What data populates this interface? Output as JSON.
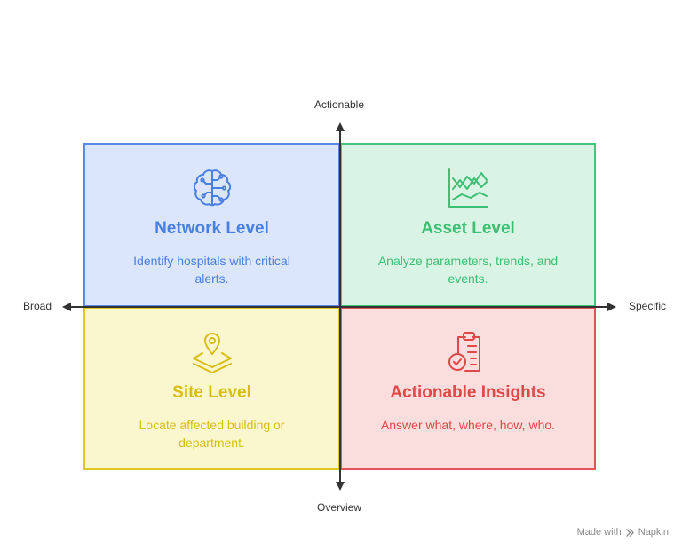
{
  "axes": {
    "top": "Actionable",
    "bottom": "Overview",
    "left": "Broad",
    "right": "Specific"
  },
  "quadrants": [
    {
      "title": "Network Level",
      "description": "Identify hospitals with critical alerts.",
      "icon": "brain-circuit-icon",
      "color": "#4a7fe0"
    },
    {
      "title": "Asset Level",
      "description": "Analyze parameters, trends, and events.",
      "icon": "line-chart-icon",
      "color": "#3dbf74"
    },
    {
      "title": "Site Level",
      "description": "Locate affected building or department.",
      "icon": "map-pin-layers-icon",
      "color": "#d9bd10"
    },
    {
      "title": "Actionable Insights",
      "description": "Answer what, where, how, who.",
      "icon": "clipboard-check-icon",
      "color": "#e04848"
    }
  ],
  "watermark": {
    "prefix": "Made with",
    "brand": "Napkin"
  }
}
